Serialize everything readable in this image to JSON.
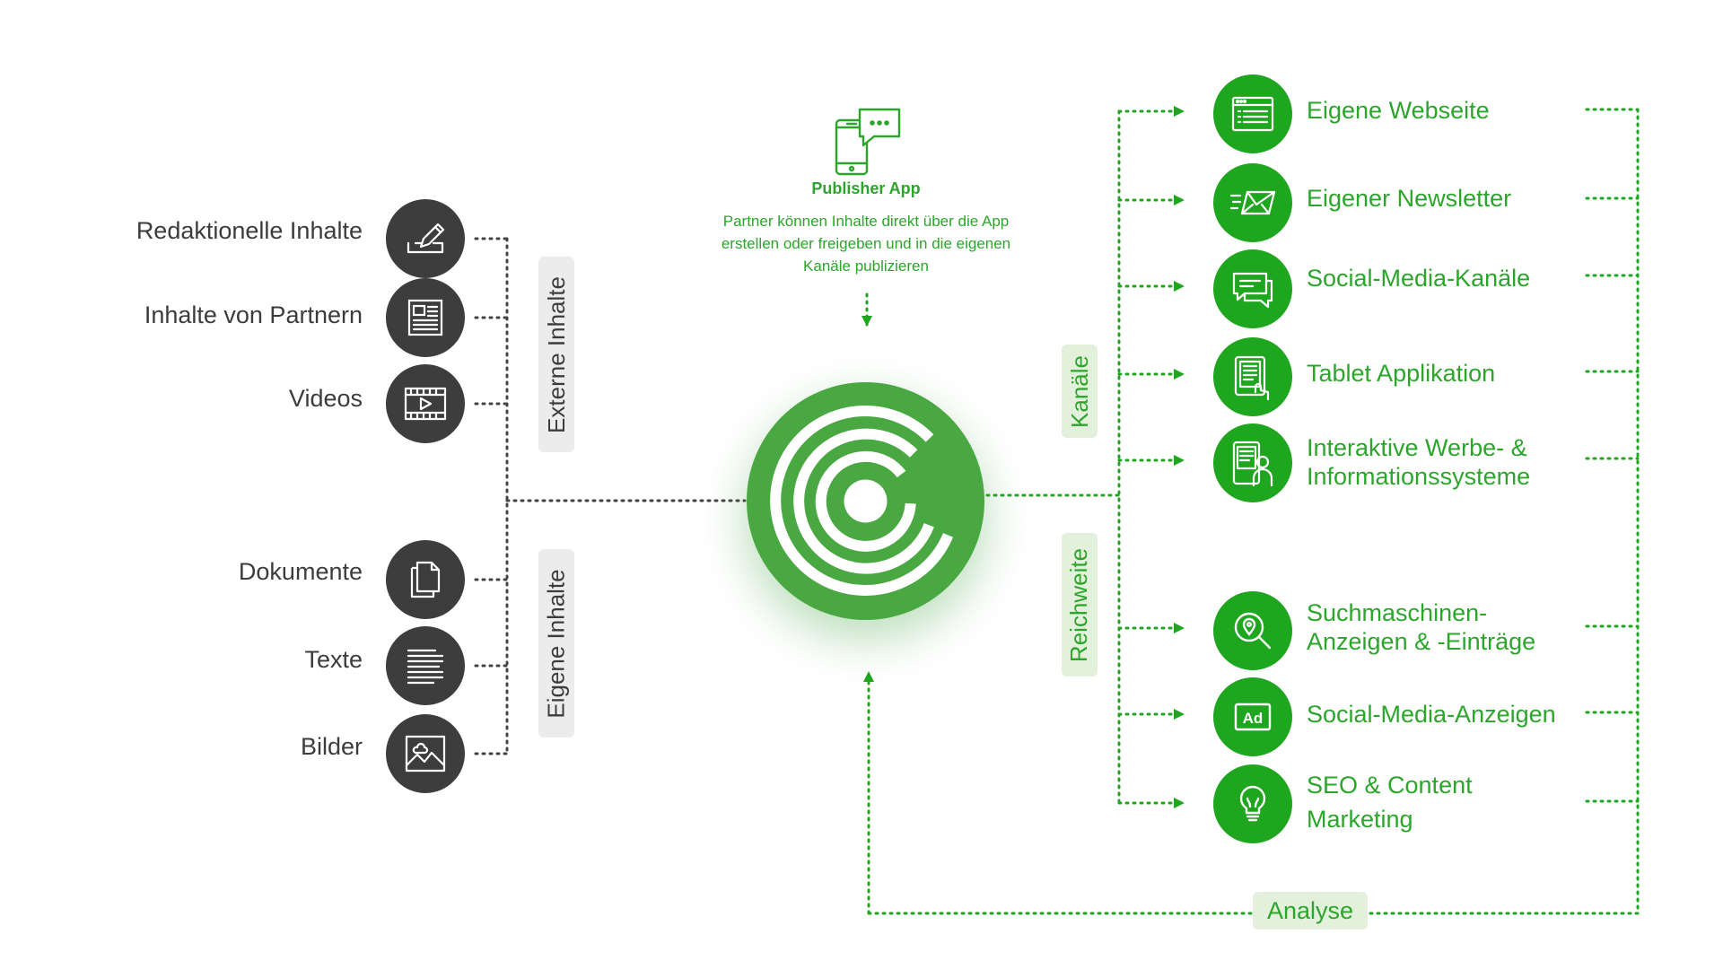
{
  "left_groups": {
    "external": {
      "tab_label": "Externe Inhalte",
      "items": [
        {
          "label": "Redaktionelle Inhalte",
          "icon": "edit-icon"
        },
        {
          "label": "Inhalte von Partnern",
          "icon": "newspaper-icon"
        },
        {
          "label": "Videos",
          "icon": "video-icon"
        }
      ]
    },
    "own": {
      "tab_label": "Eigene Inhalte",
      "items": [
        {
          "label": "Dokumente",
          "icon": "documents-icon"
        },
        {
          "label": "Texte",
          "icon": "text-lines-icon"
        },
        {
          "label": "Bilder",
          "icon": "image-icon"
        }
      ]
    }
  },
  "publisher": {
    "title": "Publisher App",
    "description": "Partner können Inhalte direkt über die App erstellen oder freigeben und in die eigenen Kanäle publizieren",
    "icon": "phone-chat-icon"
  },
  "center": {
    "icon": "concentric-c-logo"
  },
  "right_groups": {
    "channels": {
      "tab_label": "Kanäle",
      "items": [
        {
          "label": "Eigene Webseite",
          "icon": "browser-icon"
        },
        {
          "label": "Eigener Newsletter",
          "icon": "envelope-icon"
        },
        {
          "label": "Social-Media-Kanäle",
          "icon": "chat-bubbles-icon"
        },
        {
          "label": "Tablet Applikation",
          "icon": "tablet-icon"
        },
        {
          "label": "Interaktive Werbe- & Informationssysteme",
          "icon": "kiosk-icon"
        }
      ]
    },
    "reach": {
      "tab_label": "Reichweite",
      "items": [
        {
          "label": "Suchmaschinen-Anzeigen & -Einträge",
          "icon": "search-location-icon"
        },
        {
          "label": "Social-Media-Anzeigen",
          "icon": "ad-icon",
          "icon_text": "Ad"
        },
        {
          "label": "SEO & Content Marketing",
          "icon": "lightbulb-icon"
        }
      ]
    }
  },
  "analyse_label": "Analyse",
  "colors": {
    "green": "#1fa61f",
    "green_text": "#2ba62b",
    "dark": "#3d3d3d",
    "tab_gray": "#ececec",
    "tab_green": "#e3f1dc",
    "logo": "#4aa842"
  }
}
